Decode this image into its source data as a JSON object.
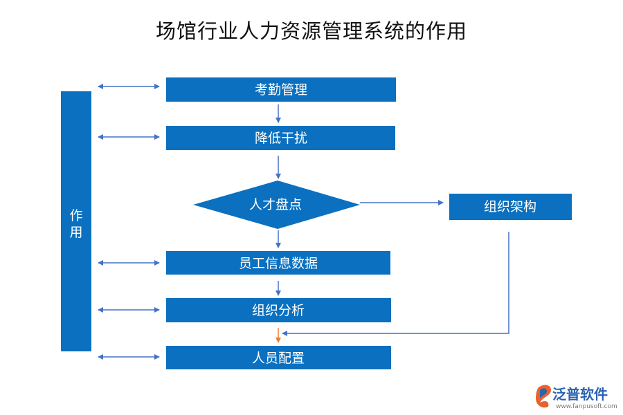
{
  "title": "场馆行业人力资源管理系统的作用",
  "side_label": [
    "作",
    "用"
  ],
  "nodes": {
    "attendance": "考勤管理",
    "reduce_interference": "降低干扰",
    "talent_inventory": "人才盘点",
    "org_structure": "组织架构",
    "employee_info": "员工信息数据",
    "org_analysis": "组织分析",
    "staffing": "人员配置"
  },
  "logo": {
    "name": "泛普软件",
    "url": "www.fanpusoft.com"
  },
  "colors": {
    "box": "#0a70bf",
    "arrow": "#4472c4",
    "highlight_arrow": "#ed7d31"
  }
}
